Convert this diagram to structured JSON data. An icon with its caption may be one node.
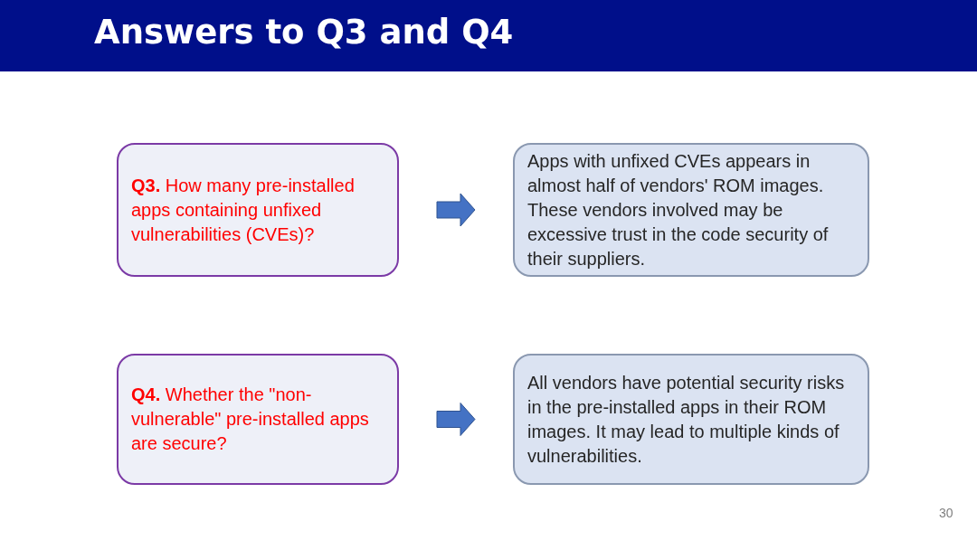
{
  "diagram": {
    "title": "Answers to Q3 and Q4",
    "nodes": [
      {
        "text": [
          "**Q3.** How many pre-installed apps containing unfixed vulnerabilities (CVEs)?"
        ]
      },
      {
        "text": [
          "Apps with unfixed CVEs appears in almost half of vendors' ROM images. These vendors involved may be excessive trust in the code security of their suppliers."
        ]
      },
      {
        "text": [
          "**Q4.** Whether the \"non-vulnerable\" pre-installed apps are secure?"
        ]
      },
      {
        "text": [
          "All vendors have potential security risks in the pre-installed apps in their ROM images. It may lead to multiple kinds of vulnerabilities."
        ]
      }
    ],
    "edges": [
      {
        "from": 0,
        "to": 1,
        "arrow": "to"
      },
      {
        "from": 2,
        "to": 3,
        "arrow": "to"
      }
    ],
    "labels": [
      "30"
    ]
  }
}
